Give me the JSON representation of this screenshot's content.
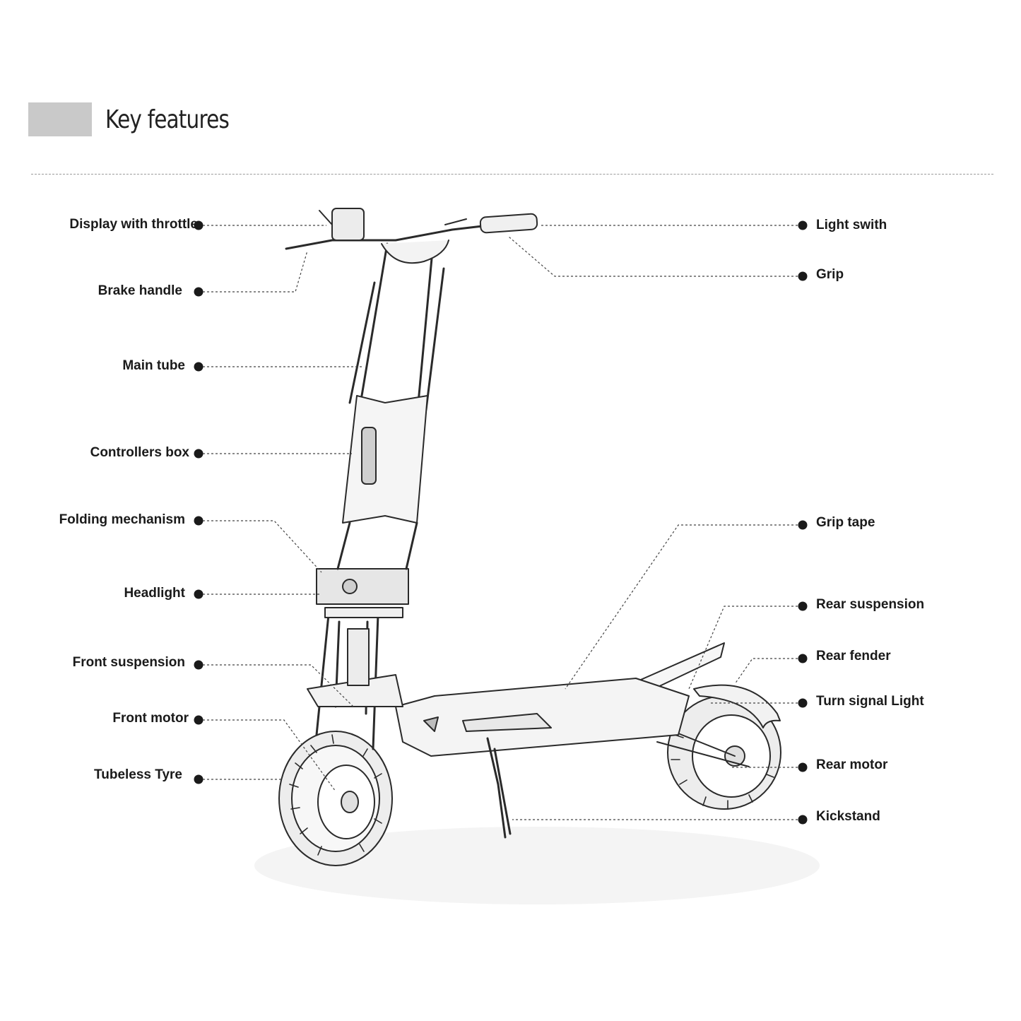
{
  "header": {
    "title": "Key features"
  },
  "labels": {
    "display_with_throttle": "Display with throttle",
    "brake_handle": "Brake handle",
    "main_tube": "Main tube",
    "controllers_box": "Controllers box",
    "folding_mechanism": "Folding mechanism",
    "headlight": "Headlight",
    "front_suspension": "Front suspension",
    "front_motor": "Front motor",
    "tubeless_tyre": "Tubeless Tyre",
    "light_swith": "Light swith",
    "grip": "Grip",
    "grip_tape": "Grip tape",
    "rear_suspension": "Rear suspension",
    "rear_fender": "Rear fender",
    "turn_signal_light": "Turn signal Light",
    "rear_motor": "Rear motor",
    "kickstand": "Kickstand"
  },
  "colors": {
    "header_block": "#c9c9c9",
    "ink": "#1a1a1a",
    "leader": "#444444"
  }
}
